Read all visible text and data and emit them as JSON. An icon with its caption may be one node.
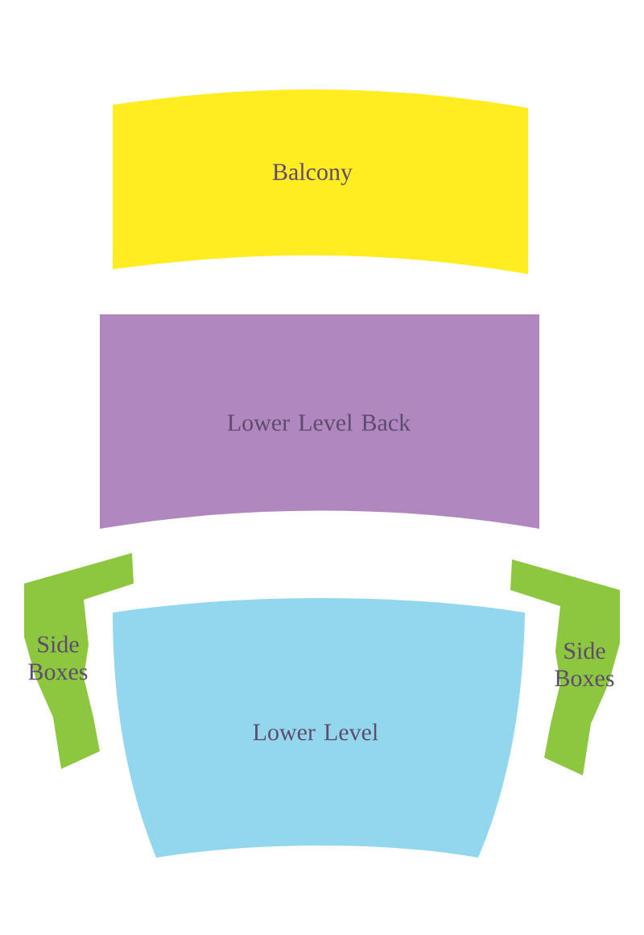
{
  "diagram": {
    "nodes": [
      {
        "text": [
          "Balcony"
        ]
      },
      {
        "text": [
          "Lower Level Back"
        ]
      },
      {
        "text": [
          "Side Boxes"
        ]
      },
      {
        "text": [
          "Lower Level"
        ]
      },
      {
        "text": [
          "Side Boxes"
        ]
      }
    ]
  }
}
